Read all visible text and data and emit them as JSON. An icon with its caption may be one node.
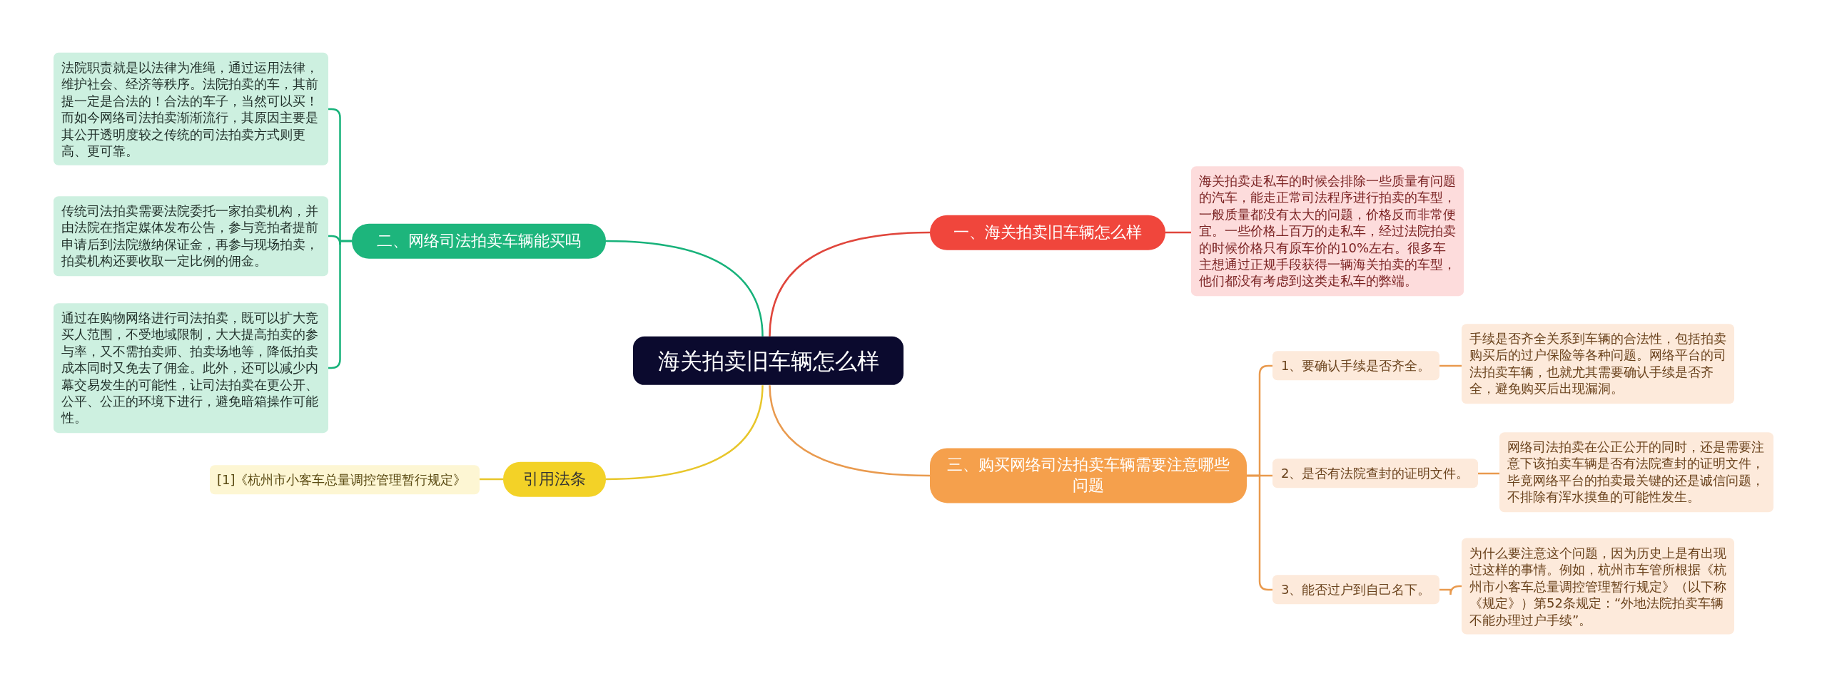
{
  "diagram": {
    "nodes": [
      {
        "text": [
          "海关拍卖旧车辆怎么样"
        ]
      },
      {
        "text": [
          "一、海关拍卖旧车辆怎么样"
        ]
      },
      {
        "text": [
          "海关拍卖走私车的时候会排除一些质量有问题的汽车，能走正常司法程序进行拍卖的车型，一般质量都没有太大的问题，价格反而非常便宜。一些价格上百万的走私车，经过法院拍卖的时候价格只有原车价的10%左右。很多车主想通过正规手段获得一辆海关拍卖的车型，他们都没有考虑到这类走私车的弊端。"
        ]
      },
      {
        "text": [
          "二、网络司法拍卖车辆能买吗"
        ]
      },
      {
        "text": [
          "法院职责就是以法律为准绳，通过运用法律，维护社会、经济等秩序。法院拍卖的车，其前提一定是合法的！合法的车子，当然可以买！而如今网络司法拍卖渐渐流行，其原因主要是其公开透明度较之传统的司法拍卖方式则更高、更可靠。"
        ]
      },
      {
        "text": [
          "传统司法拍卖需要法院委托一家拍卖机构，并由法院在指定媒体发布公告，参与竞拍者提前申请后到法院缴纳保证金，再参与现场拍卖，拍卖机构还要收取一定比例的佣金。"
        ]
      },
      {
        "text": [
          "通过在购物网络进行司法拍卖，既可以扩大竞买人范围，不受地域限制，大大提高拍卖的参与率，又不需拍卖师、拍卖场地等，降低拍卖成本同时又免去了佣金。此外，还可以减少内幕交易发生的可能性，让司法拍卖在更公开、公平、公正的环境下进行，避免暗箱操作可能性。"
        ]
      },
      {
        "text": [
          "三、购买网络司法拍卖车辆需要注意哪些问题"
        ]
      },
      {
        "text": [
          "1、要确认手续是否齐全。"
        ]
      },
      {
        "text": [
          "手续是否齐全关系到车辆的合法性，包括拍卖购买后的过户保险等各种问题。网络平台的司法拍卖车辆，也就尤其需要确认手续是否齐全，避免购买后出现漏洞。"
        ]
      },
      {
        "text": [
          "2、是否有法院查封的证明文件。"
        ]
      },
      {
        "text": [
          "网络司法拍卖在公正公开的同时，还是需要注意下该拍卖车辆是否有法院查封的证明文件，毕竟网络平台的拍卖最关键的还是诚信问题，不排除有浑水摸鱼的可能性发生。"
        ]
      },
      {
        "text": [
          "3、能否过户到自己名下。"
        ]
      },
      {
        "text": [
          "为什么要注意这个问题，因为历史上是有出现过这样的事情。例如，杭州市车管所根据《杭州市小客车总量调控管理暂行规定》（以下称《规定》）第52条规定：“外地法院拍卖车辆不能办理过户手续”。"
        ]
      },
      {
        "text": [
          "引用法条"
        ]
      },
      {
        "text": [
          "[1]《杭州市小客车总量调控管理暂行规定》"
        ]
      }
    ],
    "edges": [
      {
        "from": 0,
        "to": 1,
        "arrow": "none",
        "color": "#e0463c"
      },
      {
        "from": 1,
        "to": 2,
        "arrow": "none",
        "color": "#e0463c"
      },
      {
        "from": 0,
        "to": 3,
        "arrow": "none",
        "color": "#17b27a"
      },
      {
        "from": 3,
        "to": 4,
        "arrow": "none",
        "color": "#17b27a"
      },
      {
        "from": 3,
        "to": 5,
        "arrow": "none",
        "color": "#17b27a"
      },
      {
        "from": 3,
        "to": 6,
        "arrow": "none",
        "color": "#17b27a"
      },
      {
        "from": 0,
        "to": 7,
        "arrow": "none"
      },
      {
        "from": 7,
        "to": 8,
        "arrow": "none"
      },
      {
        "from": 8,
        "to": 9,
        "arrow": "none"
      },
      {
        "from": 7,
        "to": 10,
        "arrow": "none"
      },
      {
        "from": 10,
        "to": 11,
        "arrow": "none"
      },
      {
        "from": 7,
        "to": 12,
        "arrow": "none"
      },
      {
        "from": 12,
        "to": 13,
        "arrow": "none"
      },
      {
        "from": 0,
        "to": 14,
        "arrow": "none",
        "color": "#e8c62a"
      },
      {
        "from": 14,
        "to": 15,
        "arrow": "none",
        "color": "#e8c62a"
      }
    ]
  }
}
